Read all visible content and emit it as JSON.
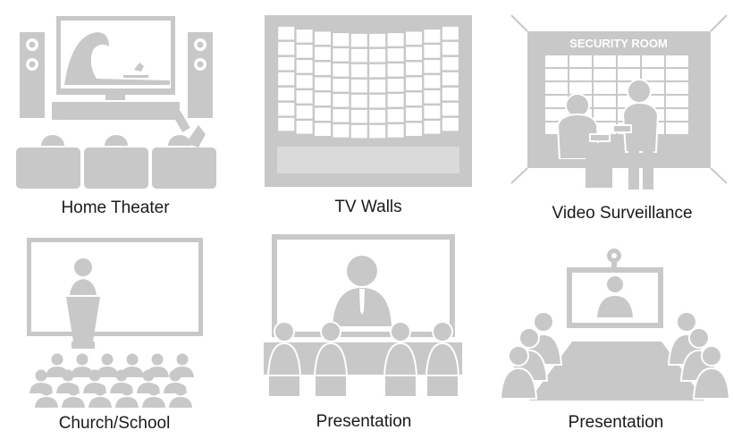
{
  "scenes": [
    {
      "label": "Home Theater"
    },
    {
      "label": "TV Walls"
    },
    {
      "label": "Video Surveillance",
      "sign": "SECURITY ROOM"
    },
    {
      "label": "Church/School"
    },
    {
      "label": "Presentation"
    },
    {
      "label": "Presentation"
    }
  ],
  "colors": {
    "icon": "#c8c8c8",
    "icon_light": "#e4e4e4",
    "text": "#1a1a1a"
  }
}
